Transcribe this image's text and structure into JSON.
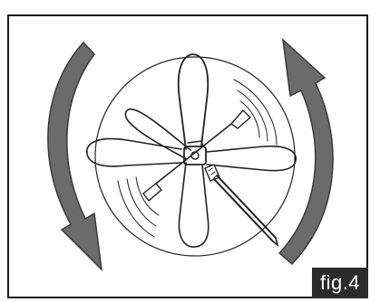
{
  "figure": {
    "label": "fig.4",
    "colors": {
      "arrow_fill": "#6b6b6b",
      "arrow_stroke": "#3a3a3a",
      "line": "#222222",
      "label_bg": "#2b2b2b",
      "label_text": "#ffffff"
    },
    "icons": [
      "rotation-arrow-left-down",
      "rotation-arrow-right-up",
      "spinning-propeller-icon"
    ]
  }
}
